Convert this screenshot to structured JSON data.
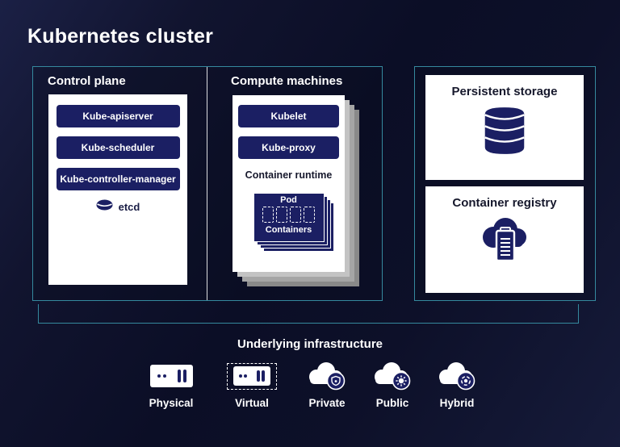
{
  "title": "Kubernetes cluster",
  "colors": {
    "background_dark": "#0b0e26",
    "background_light": "#1b2045",
    "accent_teal": "#35899e",
    "component_navy": "#1b1f63",
    "card_white": "#ffffff",
    "dark_text": "#16182c"
  },
  "control_plane": {
    "heading": "Control plane",
    "components": [
      "Kube-apiserver",
      "Kube-scheduler",
      "Kube-controller-manager"
    ],
    "etcd": {
      "label": "etcd",
      "icon": "etcd-disc-icon"
    }
  },
  "compute_machines": {
    "heading": "Compute machines",
    "components": [
      "Kubelet",
      "Kube-proxy"
    ],
    "runtime_label": "Container runtime",
    "pod": {
      "label": "Pod",
      "containers_label": "Containers",
      "container_slot_count": 4
    }
  },
  "persistent_storage": {
    "heading": "Persistent storage",
    "icon": "database-icon"
  },
  "container_registry": {
    "heading": "Container registry",
    "icon": "cloud-registry-icon"
  },
  "infrastructure": {
    "heading": "Underlying infrastructure",
    "items": [
      {
        "label": "Physical",
        "icon": "physical-server-icon"
      },
      {
        "label": "Virtual",
        "icon": "virtual-server-icon"
      },
      {
        "label": "Private",
        "icon": "private-cloud-icon"
      },
      {
        "label": "Public",
        "icon": "public-cloud-icon"
      },
      {
        "label": "Hybrid",
        "icon": "hybrid-cloud-icon"
      }
    ]
  }
}
